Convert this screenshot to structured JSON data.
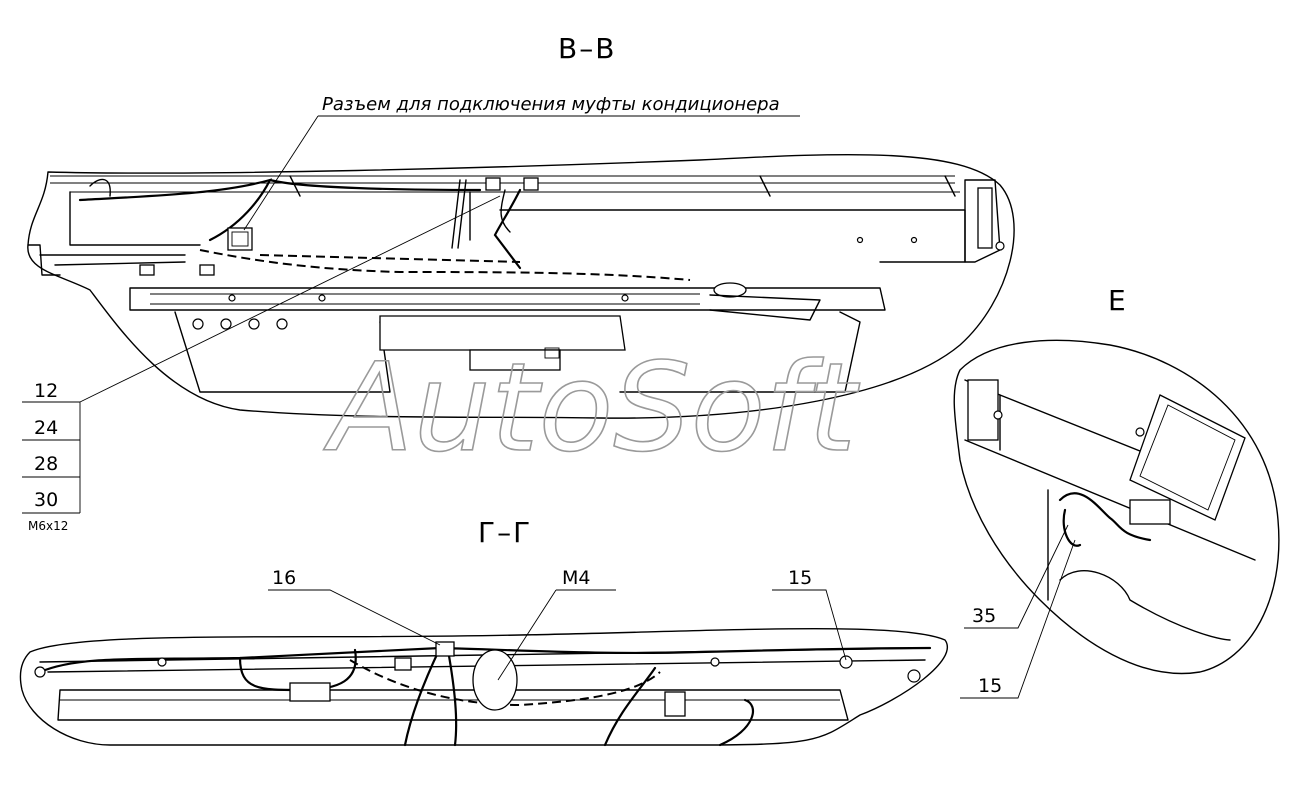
{
  "views": {
    "bb": {
      "title": "В–В",
      "callout": "Разъем для подключения муфты кондиционера"
    },
    "gg": {
      "title": "Г–Г"
    },
    "e": {
      "title": "Е"
    }
  },
  "positions": {
    "stack": [
      "12",
      "24",
      "28",
      "30"
    ],
    "stack_note": "M6x12",
    "gg_16": "16",
    "gg_m4": "M4",
    "gg_15": "15",
    "e_35": "35",
    "e_15": "15"
  },
  "watermark": "AutoSoft"
}
